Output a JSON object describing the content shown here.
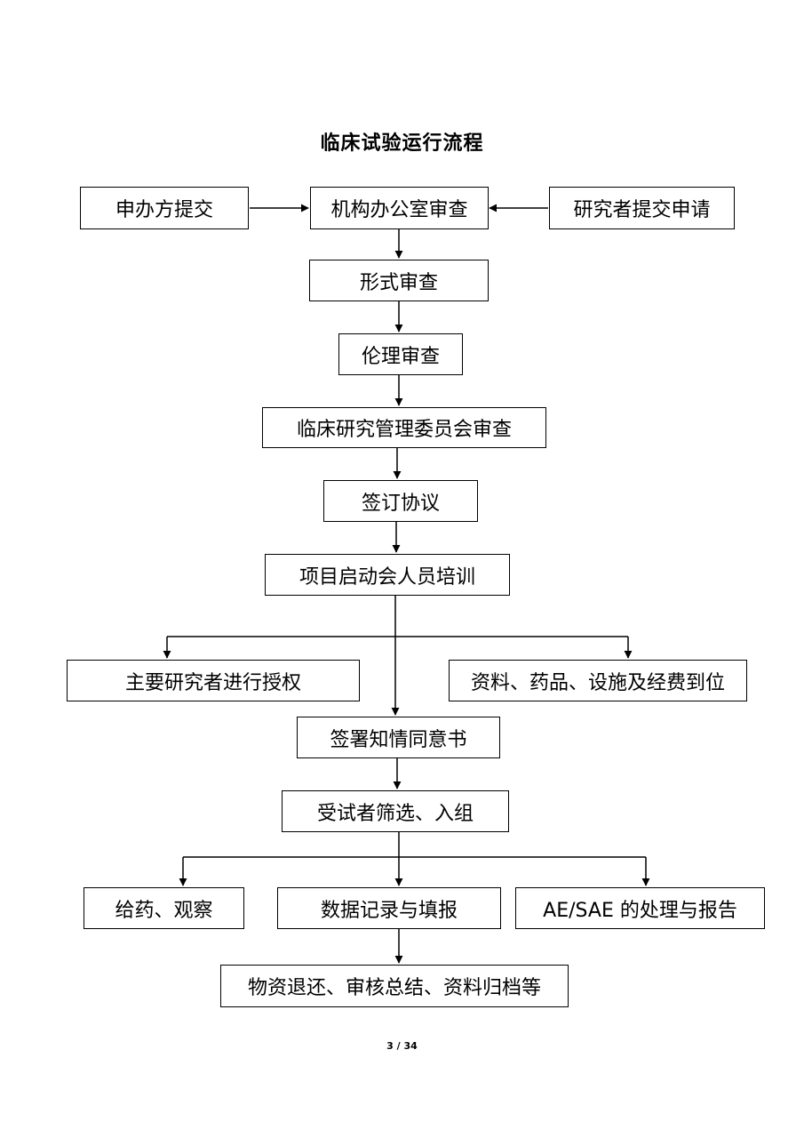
{
  "title": "临床试验运行流程",
  "nodes": {
    "sponsor_submit": "申办方提交",
    "office_review": "机构办公室审查",
    "investigator_apply": "研究者提交申请",
    "formal_review": "形式审查",
    "ethics_review": "伦理审查",
    "committee_review": "临床研究管理委员会审查",
    "sign_agreement": "签订协议",
    "kickoff_training": "项目启动会人员培训",
    "pi_authorization": "主要研究者进行授权",
    "resources_ready": "资料、药品、设施及经费到位",
    "informed_consent": "签署知情同意书",
    "screening_enrollment": "受试者筛选、入组",
    "dosing_observation": "给药、观察",
    "data_recording": "数据记录与填报",
    "ae_sae": "AE/SAE 的处理与报告",
    "closeout": "物资退还、审核总结、资料归档等"
  },
  "page_number": "3 / 34"
}
